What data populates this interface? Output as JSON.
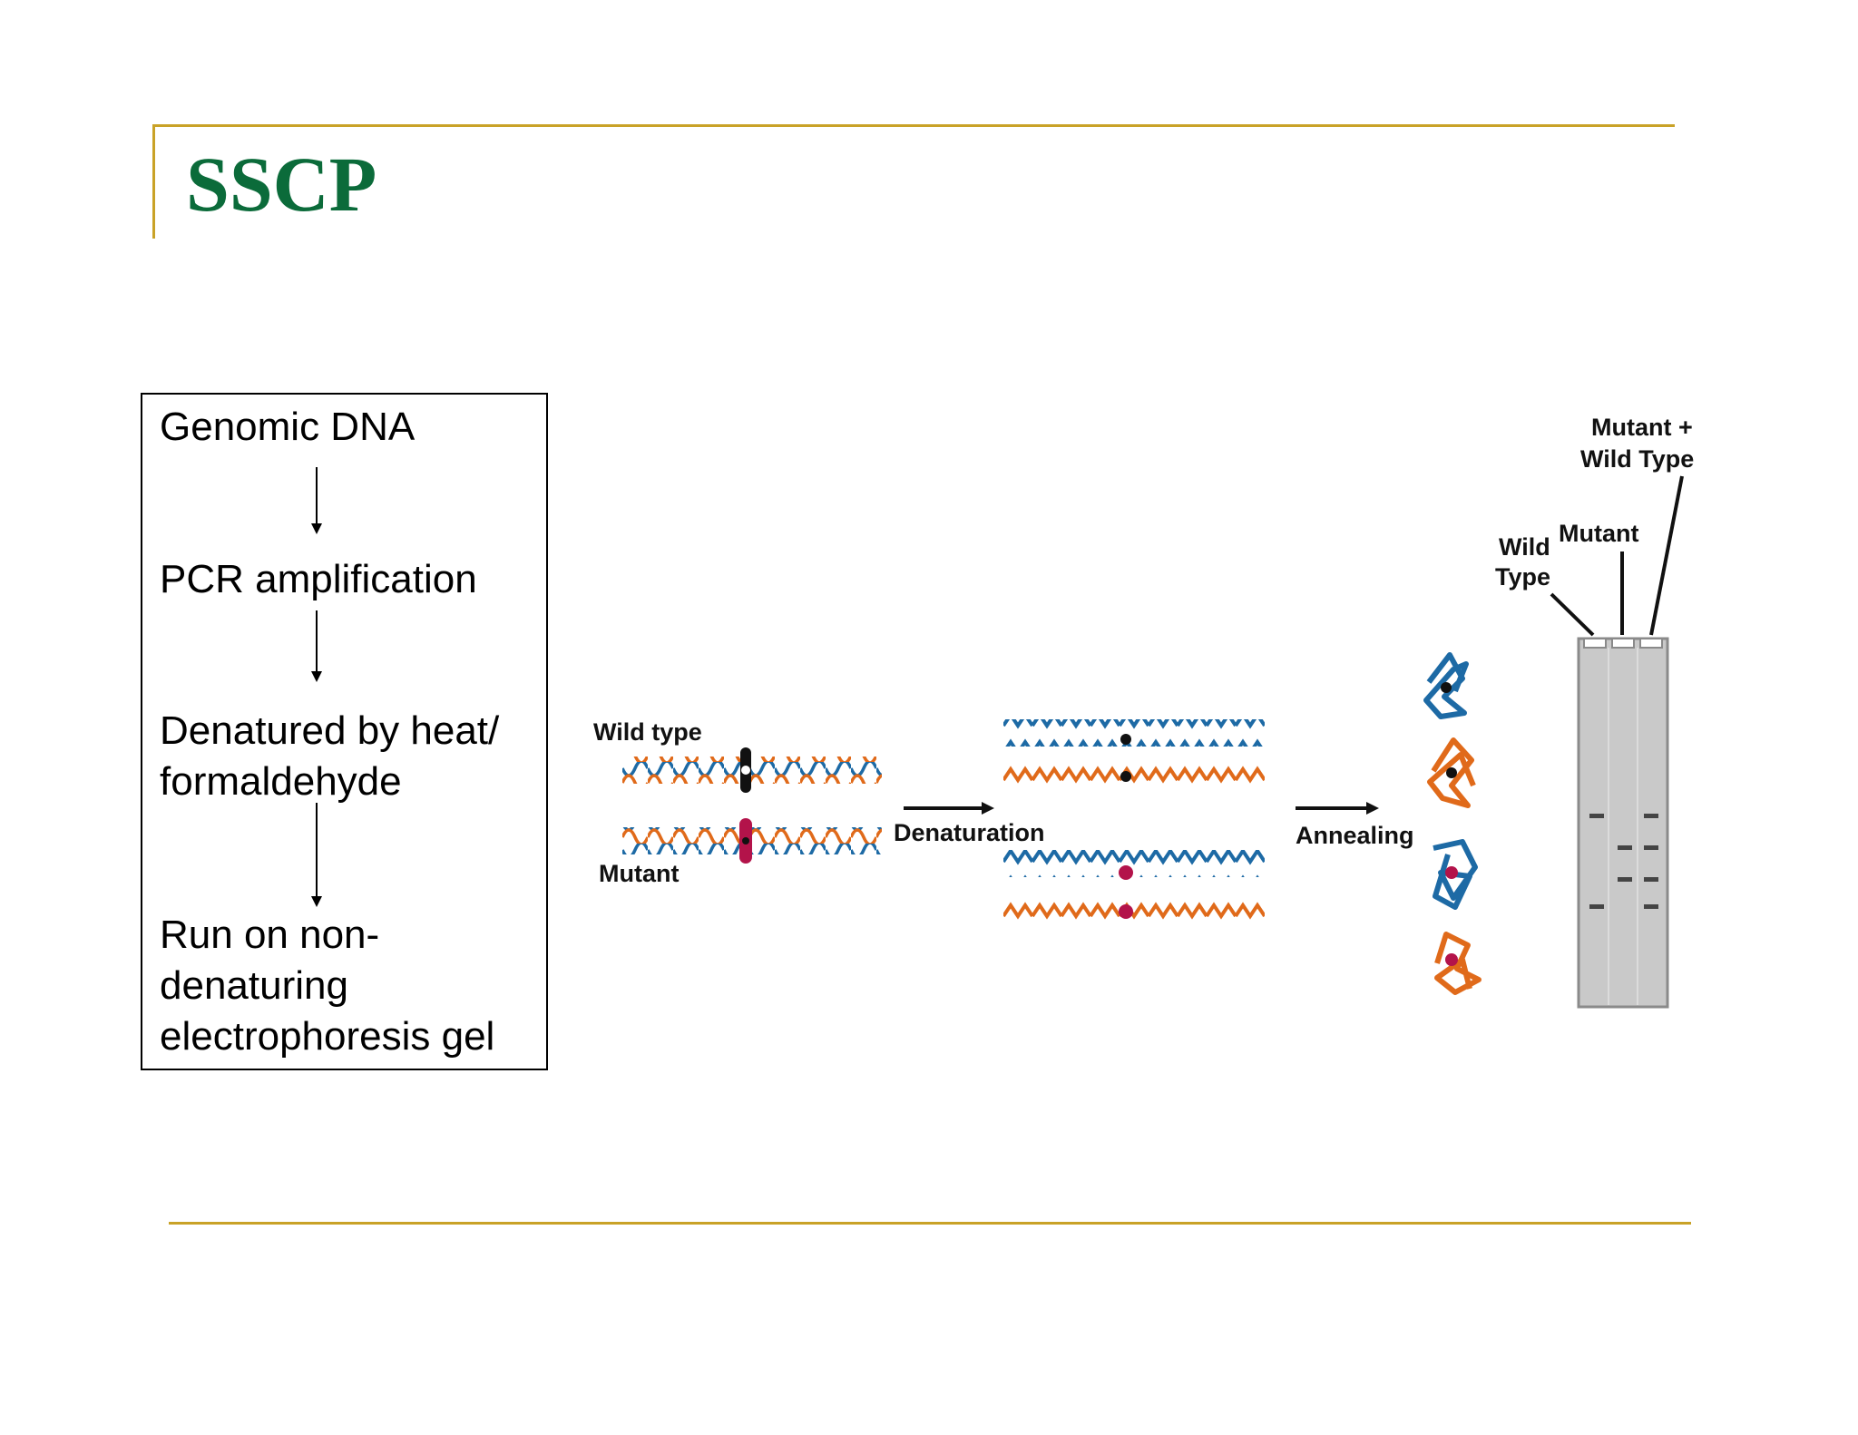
{
  "slide": {
    "title": "SSCP"
  },
  "flow": {
    "steps": [
      "Genomic DNA",
      "PCR amplification",
      "Denatured by heat/\nformaldehyde",
      "Run on non-\ndenaturing\nelectrophoresis gel"
    ]
  },
  "diagram": {
    "wild_type_label": "Wild type",
    "mutant_label": "Mutant",
    "denaturation_label": "Denaturation",
    "annealing_label": "Annealing",
    "gel_labels": {
      "wild_type_line1": "Wild",
      "wild_type_line2": "Type",
      "mutant": "Mutant",
      "mix_line1": "Mutant +",
      "mix_line2": "Wild Type"
    },
    "colors": {
      "blue_strand": "#1d6aa5",
      "orange_strand": "#e06a1a",
      "mutation_marker": "#b3134a",
      "accent_rule": "#c9a227",
      "title": "#0b6b3a"
    }
  }
}
